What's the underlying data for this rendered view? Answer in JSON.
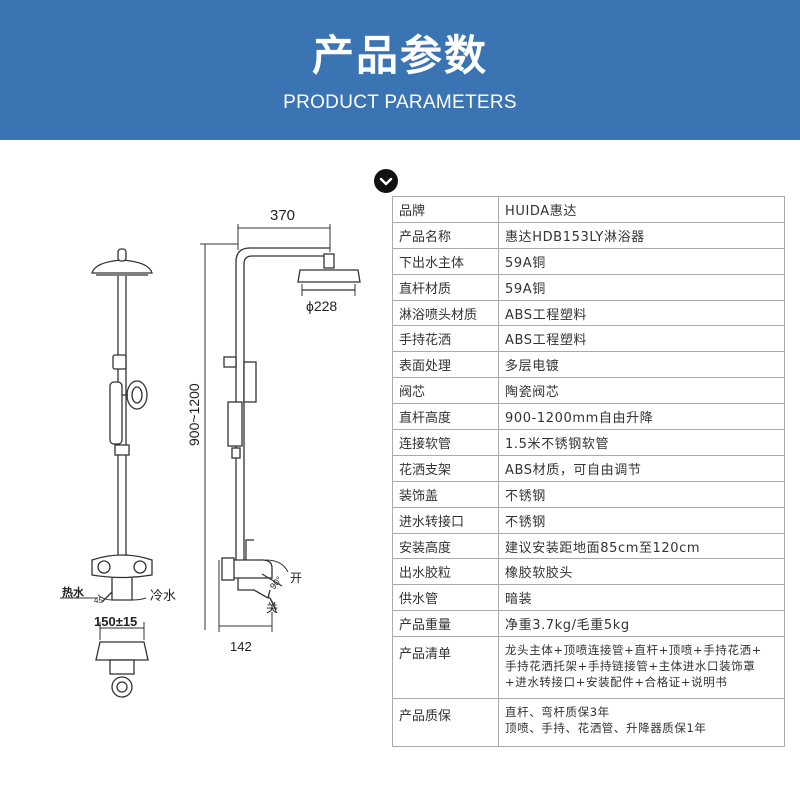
{
  "header": {
    "title": "产品参数",
    "subtitle": "PRODUCT PARAMETERS"
  },
  "diagram": {
    "width_dim": "370",
    "head_dia": "ϕ228",
    "height_dim": "900~1200",
    "hot_label": "热水",
    "angle_label": "45",
    "cold_label": "冷水",
    "spacing_dim": "150±15",
    "depth_dim": "142",
    "open_label": "开",
    "close_label": "关",
    "angle2_label": "90°"
  },
  "params": [
    {
      "k": "品牌",
      "v": "HUIDA惠达"
    },
    {
      "k": "产品名称",
      "v": "惠达HDB153LY淋浴器"
    },
    {
      "k": "下出水主体",
      "v": "59A铜"
    },
    {
      "k": "直杆材质",
      "v": "59A铜"
    },
    {
      "k": "淋浴喷头材质",
      "v": "ABS工程塑料"
    },
    {
      "k": "手持花洒",
      "v": "ABS工程塑料"
    },
    {
      "k": "表面处理",
      "v": "多层电镀"
    },
    {
      "k": "阀芯",
      "v": "陶瓷阀芯"
    },
    {
      "k": "直杆高度",
      "v": "900-1200mm自由升降"
    },
    {
      "k": "连接软管",
      "v": "1.5米不锈钢软管"
    },
    {
      "k": "花洒支架",
      "v": "ABS材质，可自由调节"
    },
    {
      "k": "装饰盖",
      "v": "不锈钢"
    },
    {
      "k": "进水转接口",
      "v": "不锈钢"
    },
    {
      "k": "安装高度",
      "v": "建议安装距地面85cm至120cm"
    },
    {
      "k": "出水胶粒",
      "v": "橡胶软胶头"
    },
    {
      "k": "供水管",
      "v": "暗装"
    },
    {
      "k": "产品重量",
      "v": "净重3.7kg/毛重5kg"
    }
  ],
  "list_row": {
    "k": "产品清单",
    "lines": [
      "龙头主体+顶喷连接管+直杆+顶喷+手持花洒+",
      "手持花洒托架+手持链接管+主体进水口装饰罩",
      "+进水转接口+安装配件+合格证+说明书"
    ]
  },
  "warranty_row": {
    "k": "产品质保",
    "lines": [
      "直杆、弯杆质保3年",
      "顶喷、手持、花洒管、升降器质保1年"
    ]
  }
}
